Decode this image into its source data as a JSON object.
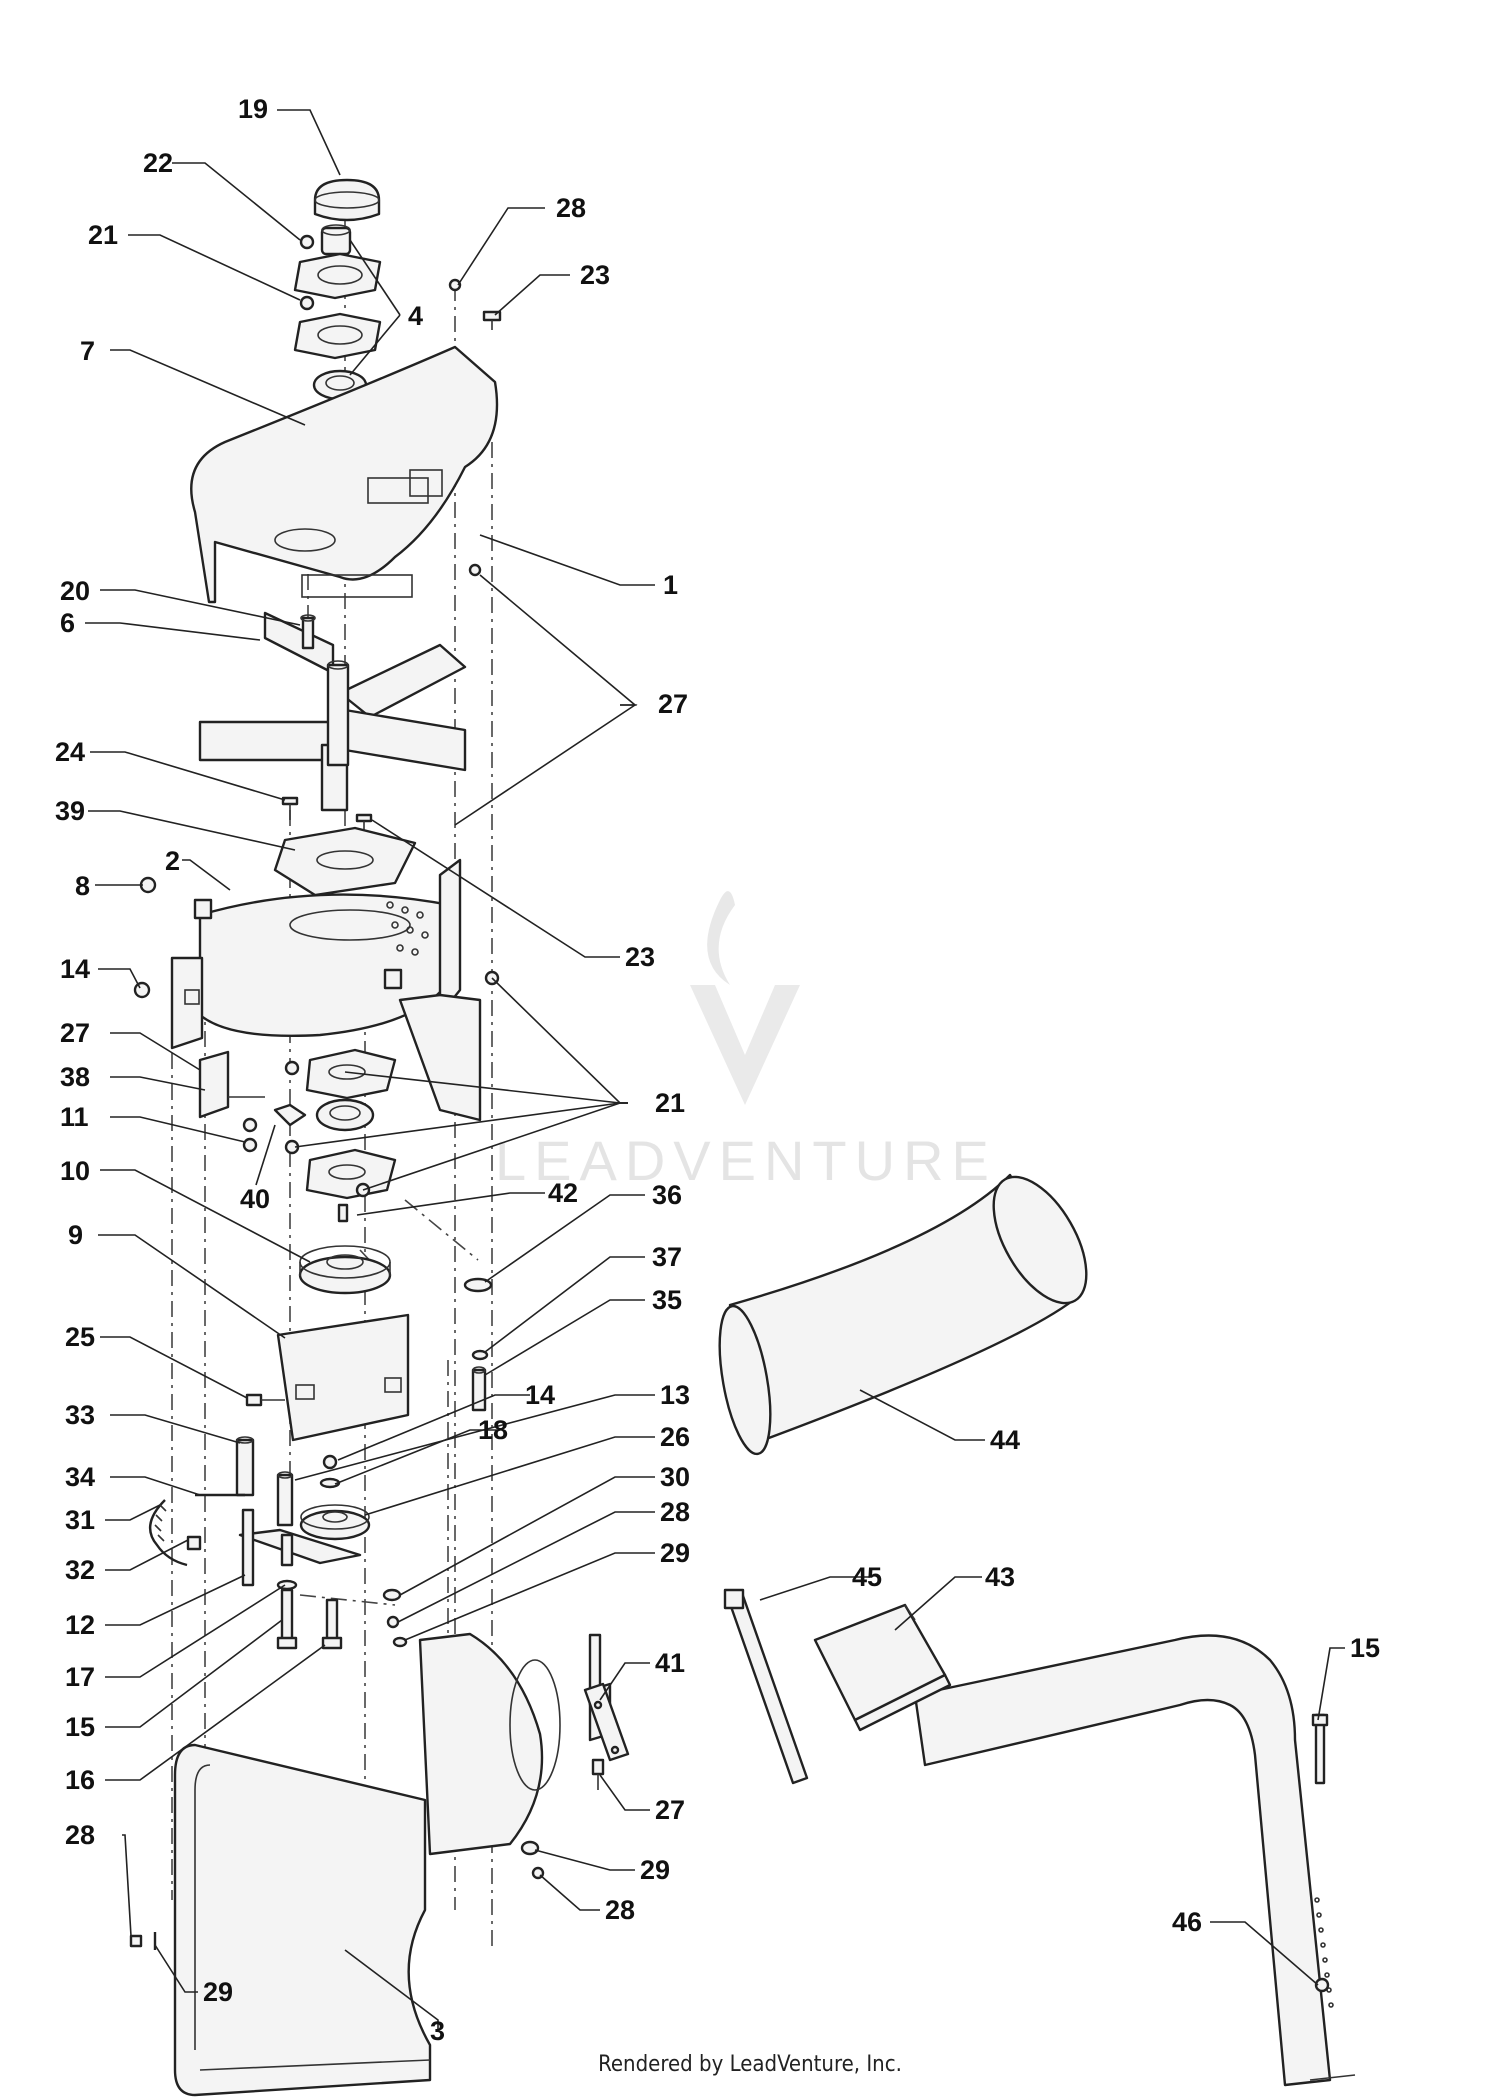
{
  "diagram": {
    "callouts": [
      "19",
      "22",
      "21",
      "7",
      "4",
      "28",
      "23",
      "1",
      "20",
      "6",
      "27",
      "24",
      "39",
      "2",
      "8",
      "23",
      "14",
      "27",
      "38",
      "11",
      "21",
      "40",
      "10",
      "42",
      "36",
      "9",
      "37",
      "35",
      "25",
      "14",
      "33",
      "18",
      "13",
      "34",
      "26",
      "31",
      "30",
      "28",
      "32",
      "29",
      "12",
      "17",
      "15",
      "16",
      "41",
      "27",
      "29",
      "28",
      "28",
      "29",
      "3",
      "44",
      "45",
      "43",
      "15",
      "46"
    ],
    "watermark": "LEADVENTURE",
    "footer": "Rendered by LeadVenture, Inc."
  },
  "colors": {
    "line": "#222222",
    "watermark": "#e2e2e2"
  }
}
